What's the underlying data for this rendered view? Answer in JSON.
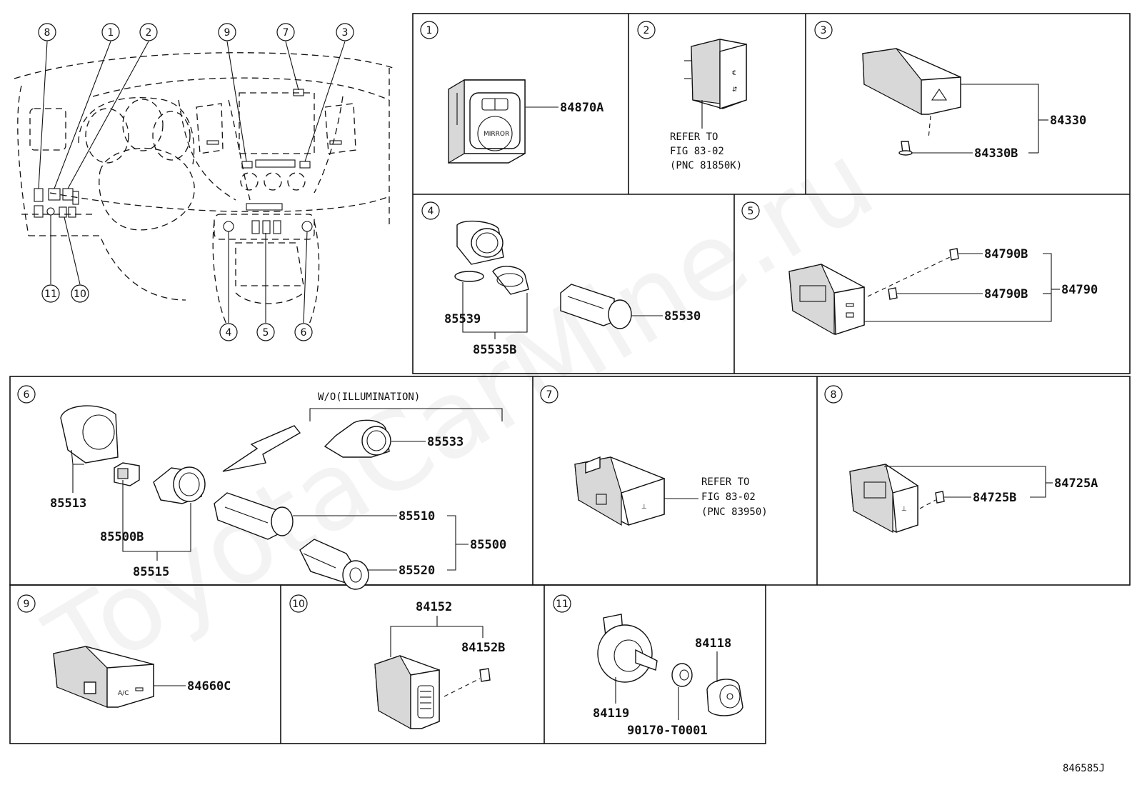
{
  "watermark": "ToyotaCarMine.ru",
  "diagram_id": "846585J",
  "overview": {
    "callouts": [
      "8",
      "1",
      "2",
      "9",
      "7",
      "3",
      "4",
      "5",
      "6",
      "11",
      "10"
    ]
  },
  "panels": {
    "p1": {
      "num": "1",
      "parts": [
        "84870A"
      ],
      "label_mirror": "MIRROR"
    },
    "p2": {
      "num": "2",
      "refer": [
        "REFER TO",
        "FIG 83-02",
        "(PNC 81850K)"
      ]
    },
    "p3": {
      "num": "3",
      "parts": [
        "84330",
        "84330B"
      ]
    },
    "p4": {
      "num": "4",
      "parts": [
        "85539",
        "85535B",
        "85530"
      ]
    },
    "p5": {
      "num": "5",
      "parts": [
        "84790B",
        "84790B",
        "84790"
      ]
    },
    "p6": {
      "num": "6",
      "note": "W/O(ILLUMINATION)",
      "parts": [
        "85533",
        "85513",
        "85500B",
        "85515",
        "85510",
        "85500",
        "85520"
      ]
    },
    "p7": {
      "num": "7",
      "refer": [
        "REFER TO",
        "FIG 83-02",
        "(PNC 83950)"
      ]
    },
    "p8": {
      "num": "8",
      "parts": [
        "84725A",
        "84725B"
      ]
    },
    "p9": {
      "num": "9",
      "parts": [
        "84660C"
      ],
      "label_ac": "A/C"
    },
    "p10": {
      "num": "10",
      "parts": [
        "84152",
        "84152B"
      ]
    },
    "p11": {
      "num": "11",
      "parts": [
        "84118",
        "84119",
        "90170-T0001"
      ]
    }
  }
}
